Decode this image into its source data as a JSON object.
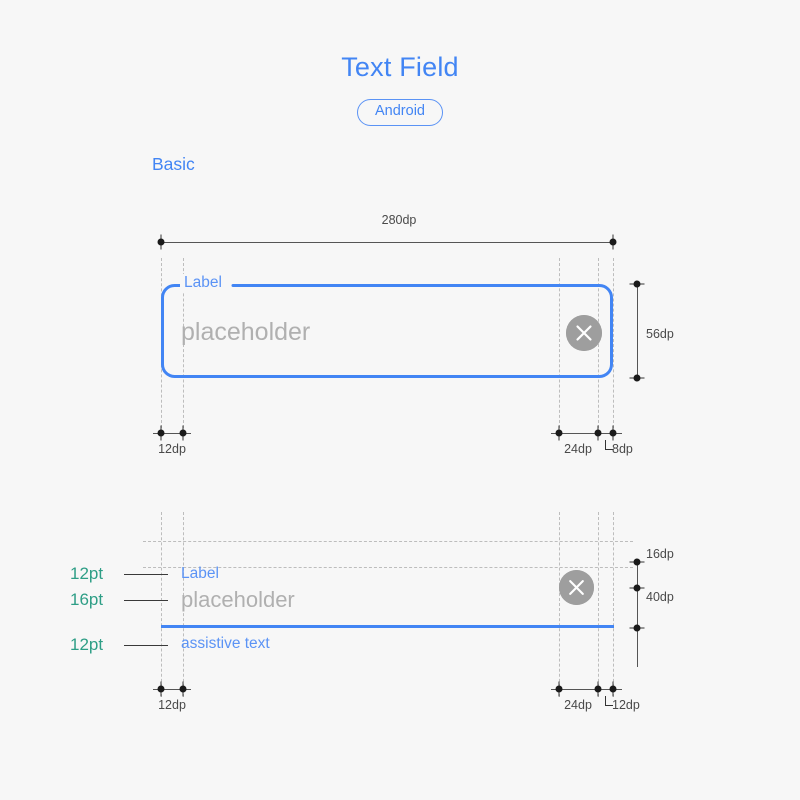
{
  "header": {
    "title": "Text Field",
    "platform_chip": "Android"
  },
  "section": {
    "heading": "Basic"
  },
  "colors": {
    "accent_blue": "#4285f4",
    "label_blue": "#5b93f5",
    "placeholder_gray": "#b0b0b0",
    "type_green": "#2e9e86",
    "clear_button_gray": "#9e9e9e",
    "background": "#f7f7f7",
    "guide_gray": "#bdbdbd"
  },
  "outlined_field": {
    "label": "Label",
    "placeholder": "placeholder",
    "clear_icon": "clear-circle-icon",
    "width_dim": "280dp",
    "height_dim": "56dp",
    "left_padding_dim": "12dp",
    "icon_offset_dim": "24dp",
    "icon_edge_dim": "8dp"
  },
  "underline_field": {
    "label": "Label",
    "placeholder": "placeholder",
    "assistive_text": "assistive text",
    "clear_icon": "clear-circle-icon",
    "label_gap_dim": "16dp",
    "field_height_dim": "40dp",
    "left_padding_dim": "12dp",
    "icon_offset_dim": "24dp",
    "icon_edge_dim": "12dp"
  },
  "type_callouts": {
    "label_size": "12pt",
    "placeholder_size": "16pt",
    "assistive_size": "12pt"
  }
}
